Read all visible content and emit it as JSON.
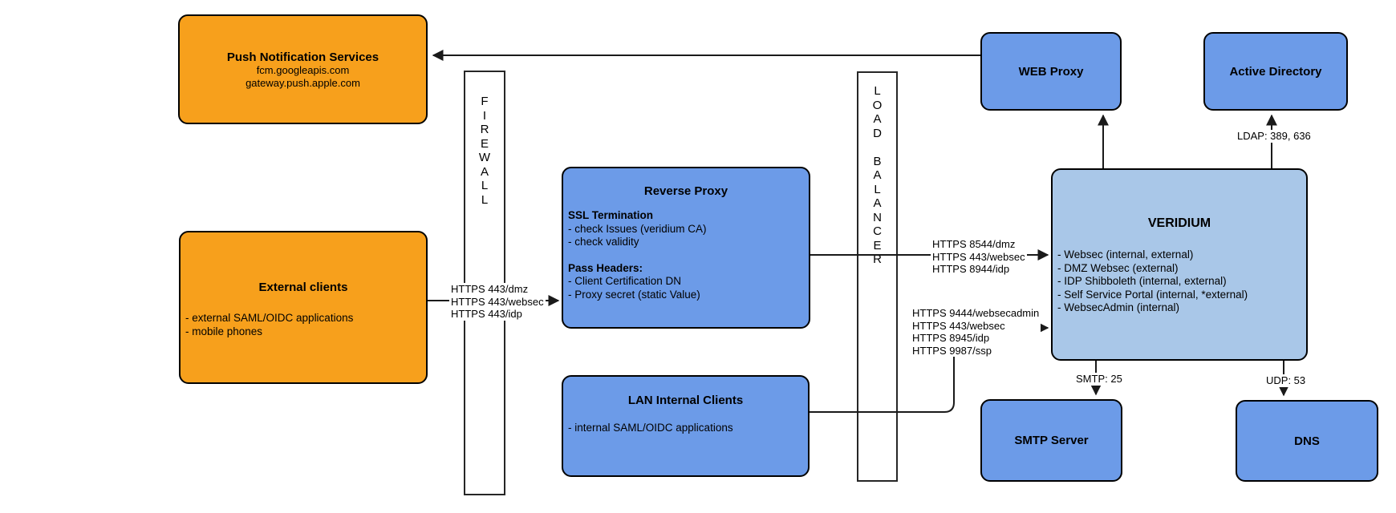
{
  "colors": {
    "orange": "#F7A01C",
    "blue": "#6C9BE8",
    "light_blue": "#A9C7E8",
    "line": "#1A1A1A"
  },
  "boxes": {
    "push_notification": {
      "title": "Push Notification Services",
      "lines": [
        "fcm.googleapis.com",
        "gateway.push.apple.com"
      ]
    },
    "external_clients": {
      "title": "External clients",
      "bullets": [
        "- external SAML/OIDC applications",
        "- mobile phones"
      ]
    },
    "firewall": {
      "label": "FIREWALL"
    },
    "reverse_proxy": {
      "title": "Reverse Proxy",
      "sections": [
        {
          "heading": "SSL Termination",
          "items": [
            "- check Issues (veridium CA)",
            "- check validity"
          ]
        },
        {
          "heading": "Pass Headers:",
          "items": [
            "- Client Certification DN",
            "- Proxy secret (static Value)"
          ]
        }
      ]
    },
    "load_balancer": {
      "label": "LOAD BALANCER"
    },
    "lan_internal_clients": {
      "title": "LAN Internal Clients",
      "bullets": [
        "- internal SAML/OIDC applications"
      ]
    },
    "web_proxy": {
      "title": "WEB Proxy"
    },
    "active_directory": {
      "title": "Active Directory"
    },
    "veridium": {
      "title": "VERIDIUM",
      "bullets": [
        "- Websec (internal, external)",
        "- DMZ Websec (external)",
        "- IDP Shibboleth (internal, external)",
        "- Self Service Portal (internal, *external)",
        "- WebsecAdmin (internal)"
      ]
    },
    "smtp_server": {
      "title": "SMTP Server"
    },
    "dns": {
      "title": "DNS"
    }
  },
  "connectors": {
    "external_to_reverse_proxy": {
      "labels": [
        "HTTPS 443/dmz",
        "HTTPS 443/websec",
        "HTTPS 443/idp"
      ]
    },
    "reverse_proxy_to_veridium": {
      "labels": [
        "HTTPS 8544/dmz",
        "HTTPS 443/websec",
        "HTTPS 8944/idp"
      ]
    },
    "lan_to_veridium": {
      "labels": [
        "HTTPS 9444/websecadmin",
        "HTTPS 443/websec",
        "HTTPS 8945/idp",
        "HTTPS 9987/ssp"
      ]
    },
    "veridium_to_active_directory": {
      "label": "LDAP: 389, 636"
    },
    "veridium_to_smtp": {
      "label": "SMTP: 25"
    },
    "veridium_to_dns": {
      "label": "UDP: 53"
    }
  }
}
